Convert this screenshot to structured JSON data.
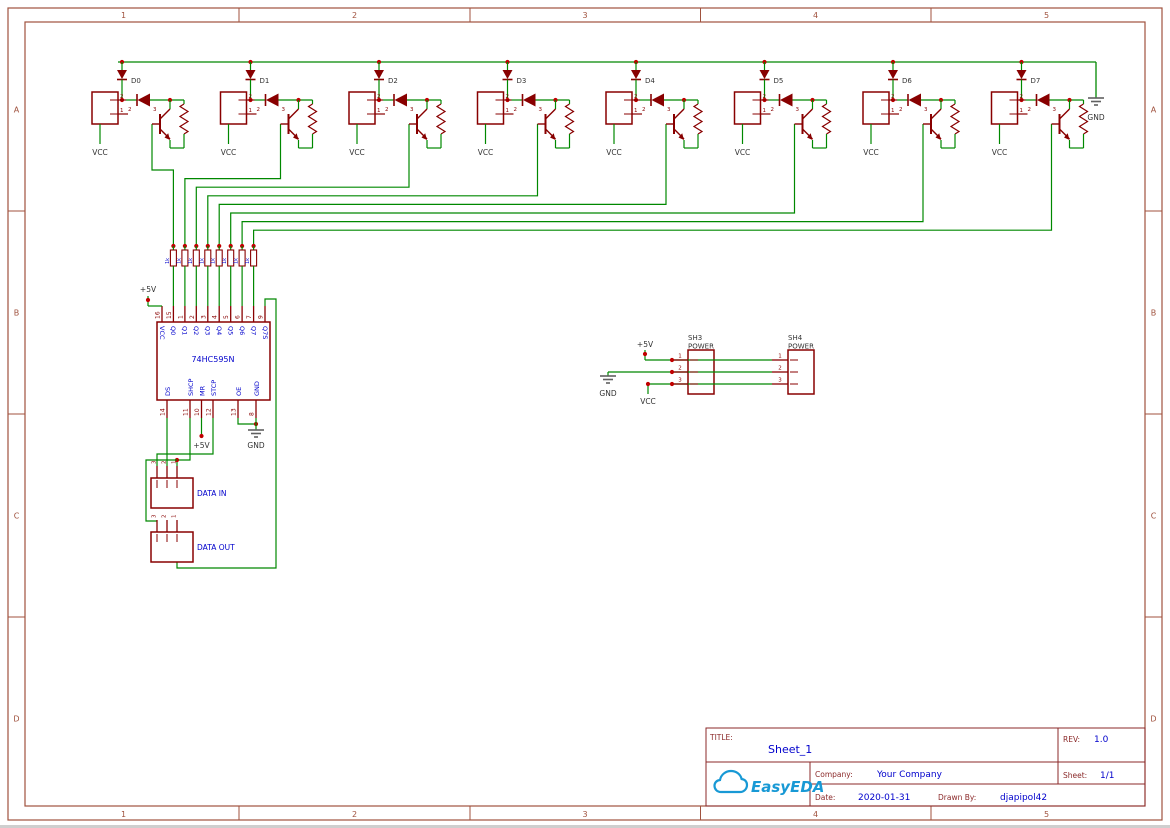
{
  "frame": {
    "columns": [
      "1",
      "2",
      "3",
      "4",
      "5"
    ],
    "rows": [
      "A",
      "B",
      "C",
      "D"
    ]
  },
  "nets": {
    "vcc": "VCC",
    "gnd": "GND",
    "plus5v": "+5V"
  },
  "drivers": {
    "designators": [
      "D0",
      "D1",
      "D2",
      "D3",
      "D4",
      "D5",
      "D6",
      "D7"
    ],
    "connector_pin_numbers": [
      "2",
      "1"
    ],
    "diode_pin_numbers": [
      "2",
      "3"
    ]
  },
  "resistor_network": {
    "count": 8,
    "value": "1k"
  },
  "ic": {
    "name": "74HC595N",
    "top_pins": [
      {
        "num": "16",
        "name": "VCC"
      },
      {
        "num": "15",
        "name": "Q0"
      },
      {
        "num": "1",
        "name": "Q1"
      },
      {
        "num": "2",
        "name": "Q2"
      },
      {
        "num": "3",
        "name": "Q3"
      },
      {
        "num": "4",
        "name": "Q4"
      },
      {
        "num": "5",
        "name": "Q5"
      },
      {
        "num": "6",
        "name": "Q6"
      },
      {
        "num": "7",
        "name": "Q7"
      },
      {
        "num": "9",
        "name": "Q7S"
      }
    ],
    "bottom_pins": [
      {
        "num": "14",
        "name": "DS"
      },
      {
        "num": "11",
        "name": "SHCP"
      },
      {
        "num": "10",
        "name": "MR"
      },
      {
        "num": "12",
        "name": "STCP"
      },
      {
        "num": "13",
        "name": "OE"
      },
      {
        "num": "8",
        "name": "GND"
      }
    ]
  },
  "data_connectors": [
    {
      "label": "DATA IN",
      "pins": [
        "3",
        "2",
        "1"
      ]
    },
    {
      "label": "DATA OUT",
      "pins": [
        "3",
        "2",
        "1"
      ]
    }
  ],
  "power_connectors": [
    {
      "designator": "SH3",
      "value": "POWER",
      "pins": [
        "1",
        "2",
        "3"
      ]
    },
    {
      "designator": "SH4",
      "value": "POWER",
      "pins": [
        "1",
        "2",
        "3"
      ]
    }
  ],
  "title_block": {
    "title_label": "TITLE:",
    "title": "Sheet_1",
    "rev_label": "REV:",
    "rev": "1.0",
    "company_label": "Company:",
    "company": "Your Company",
    "sheet_label": "Sheet:",
    "sheet": "1/1",
    "date_label": "Date:",
    "date": "2020-01-31",
    "drawn_by_label": "Drawn By:",
    "drawn_by": "djapipol42",
    "logo_text": "EasyEDA"
  },
  "colors": {
    "wire": "#008800",
    "component": "#880000",
    "junction": "#c00000",
    "frame": "#a0523e",
    "net_label": "#333333",
    "value_text": "#0000cc",
    "gnd_symbol": "#606060",
    "logo": "#1899d5"
  }
}
